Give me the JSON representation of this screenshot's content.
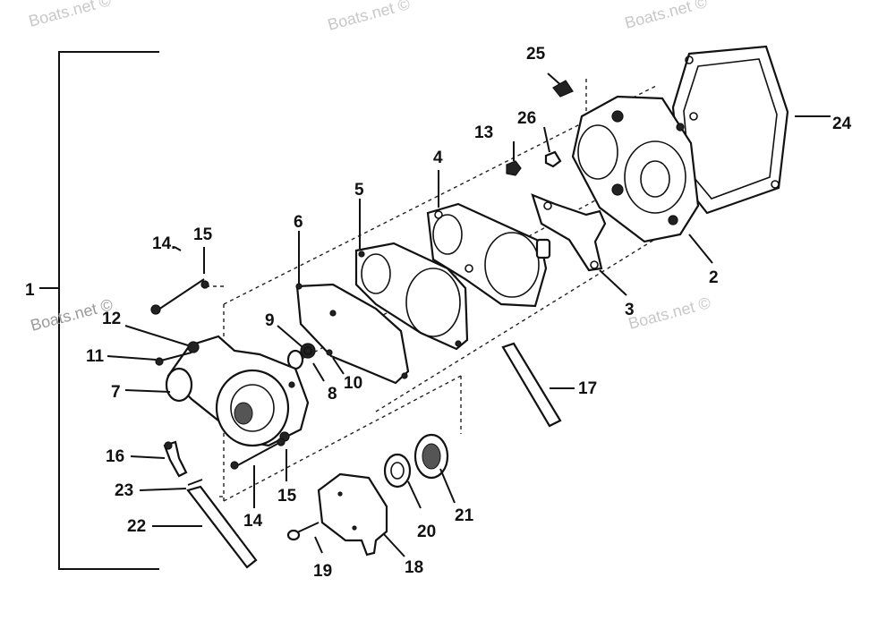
{
  "watermark": "Boats.net ©",
  "callouts": {
    "c1": "1",
    "c2": "2",
    "c3": "3",
    "c4": "4",
    "c5": "5",
    "c6": "6",
    "c7": "7",
    "c8": "8",
    "c9": "9",
    "c10": "10",
    "c11": "11",
    "c12": "12",
    "c13": "13",
    "c14a": "14.",
    "c14b": "14",
    "c15a": "15",
    "c15b": "15",
    "c16": "16",
    "c17": "17",
    "c18": "18",
    "c19": "19",
    "c20": "20",
    "c21": "21",
    "c22": "22",
    "c23": "23",
    "c24": "24",
    "c25": "25",
    "c26": "26"
  }
}
